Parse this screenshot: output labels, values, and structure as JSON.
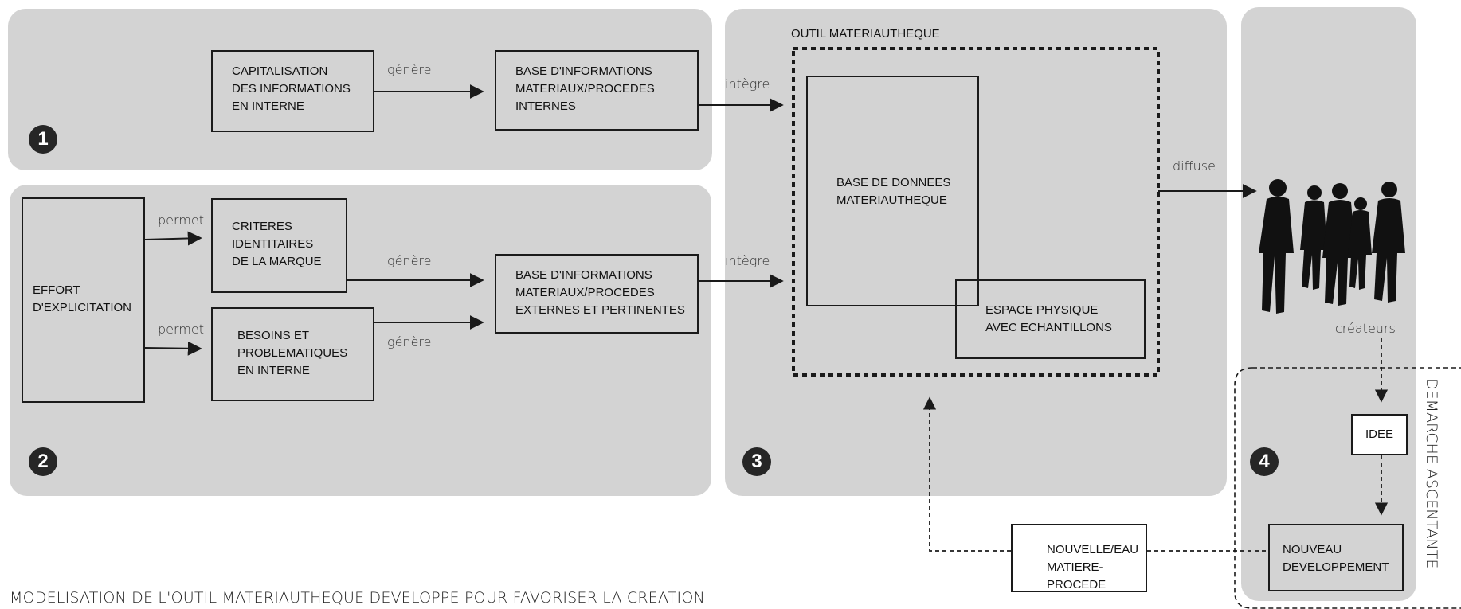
{
  "caption": "MODELISATION DE L'OUTIL MATERIAUTHEQUE DEVELOPPE POUR FAVORISER LA CREATION",
  "vertical_label": "DEMARCHE ASCENTANTE",
  "panels": {
    "p1": {
      "number": "1"
    },
    "p2": {
      "number": "2"
    },
    "p3": {
      "number": "3",
      "title": "OUTIL MATERIAUTHEQUE"
    },
    "p4": {
      "number": "4"
    }
  },
  "boxes": {
    "capitalisation": "CAPITALISATION\nDES INFORMATIONS\nEN INTERNE",
    "base_internes": "BASE D'INFORMATIONS\nMATERIAUX/PROCEDES\nINTERNES",
    "effort": "EFFORT\nD'EXPLICITATION",
    "criteres": "CRITERES\nIDENTITAIRES\nDE LA MARQUE",
    "besoins": "BESOINS ET\nPROBLEMATIQUES\nEN INTERNE",
    "base_externes": "BASE D'INFORMATIONS\nMATERIAUX/PROCEDES\nEXTERNES ET PERTINENTES",
    "base_donnees": "BASE DE DONNEES\nMATERIAUTHEQUE",
    "espace": "ESPACE PHYSIQUE\nAVEC ECHANTILLONS",
    "idee": "IDEE",
    "nouveau": "NOUVEAU\nDEVELOPPEMENT",
    "nouvelle": "NOUVELLE/EAU\nMATIERE-PROCEDE"
  },
  "edge_labels": {
    "genere_1": "génère",
    "integre_1": "intègre",
    "permet_1": "permet",
    "permet_2": "permet",
    "genere_2": "génère",
    "genere_3": "génère",
    "integre_2": "intègre",
    "diffuse": "diffuse",
    "createurs": "créateurs"
  },
  "colors": {
    "panel": "#d3d3d3",
    "line": "#1a1a1a",
    "badge": "#262626"
  }
}
